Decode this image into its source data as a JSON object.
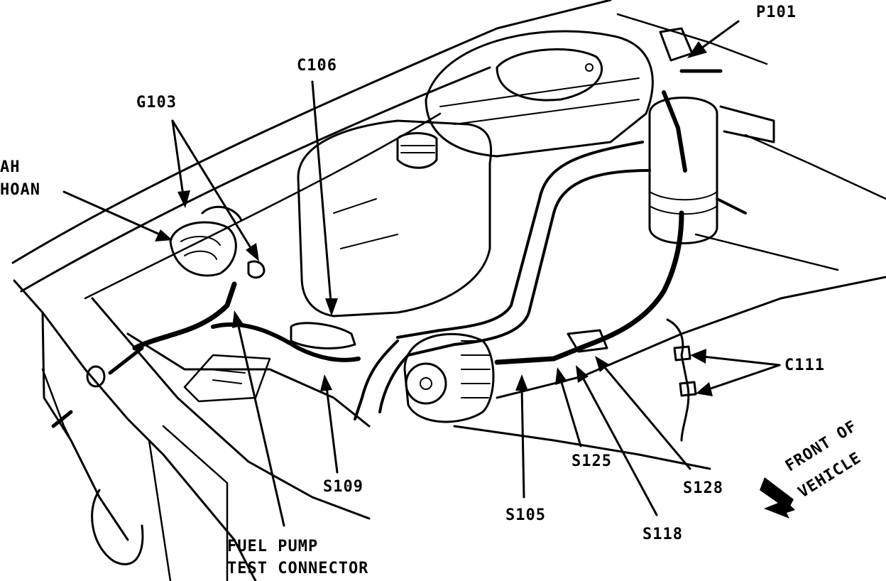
{
  "labels": {
    "p101": "P101",
    "c106": "C106",
    "g103": "G103",
    "rh_horn_line1": "AH",
    "rh_horn_line2": "HOAN",
    "c111": "C111",
    "s109": "S109",
    "s125": "S125",
    "s128": "S128",
    "s105": "S105",
    "s118": "S118",
    "fuel_pump_line1": "FUEL PUMP",
    "fuel_pump_line2": "TEST CONNECTOR",
    "front_of_vehicle_line1": "FRONT OF",
    "front_of_vehicle_line2": "VEHICLE"
  },
  "colors": {
    "ink": "#000000",
    "paper": "#ffffff"
  }
}
